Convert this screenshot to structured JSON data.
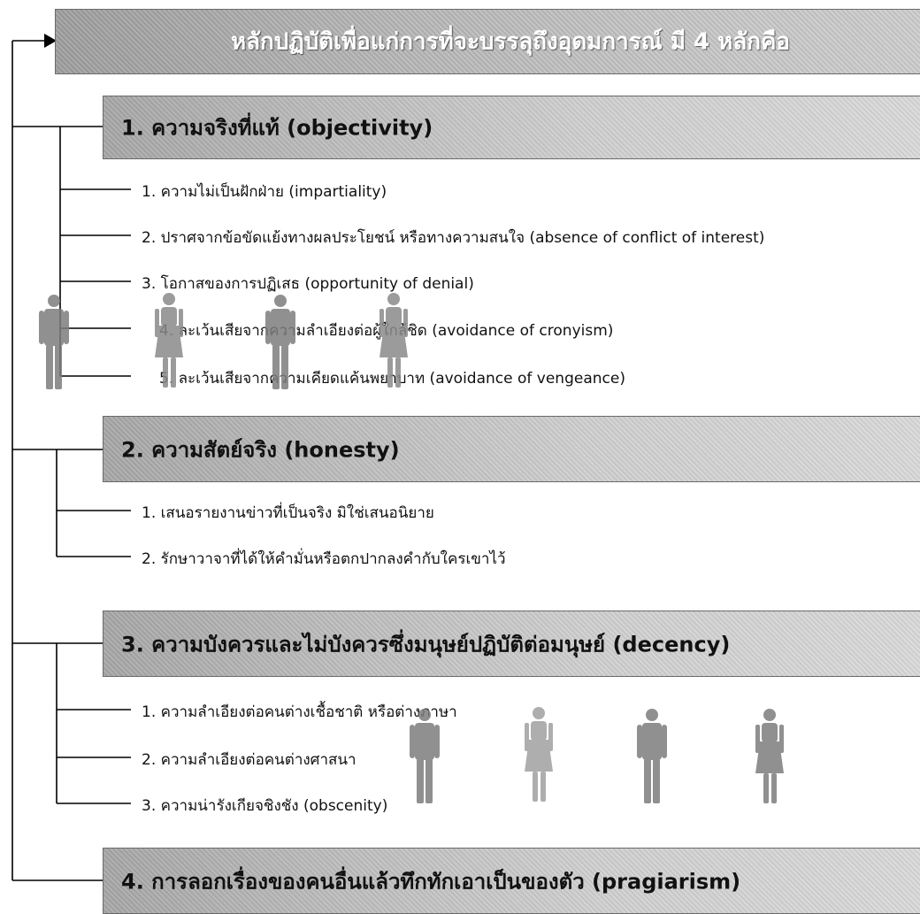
{
  "header": {
    "title": "หลักปฏิบัติเพื่อแก่การที่จะบรรลุถึงอุดมการณ์ มี 4 หลักคือ"
  },
  "sections": [
    {
      "title": "1. ความจริงที่แท้ (objectivity)",
      "items": [
        "1. ความไม่เป็นฝักฝ่าย (impartiality)",
        "2. ปราศจากข้อขัดแย้งทางผลประโยชน์ หรือทางความสนใจ (absence of conflict of interest)",
        "3. โอกาสของการปฏิเสธ (opportunity of denial)",
        "4. ละเว้นเสียจากความลำเอียงต่อผู้ใกล้ชิด (avoidance of cronyism)",
        "5. ละเว้นเสียจากความเคียดแค้นพยาบาท (avoidance of vengeance)"
      ]
    },
    {
      "title": "2. ความสัตย์จริง (honesty)",
      "items": [
        "1. เสนอรายงานข่าวที่เป็นจริง มิใช่เสนอนิยาย",
        "2. รักษาวาจาที่ได้ให้คำมั่นหรือตกปากลงคำกับใครเขาไว้"
      ]
    },
    {
      "title": "3. ความบังควรและไม่บังควรซึ่งมนุษย์ปฏิบัติต่อมนุษย์ (decency)",
      "items": [
        "1. ความลำเอียงต่อคนต่างเชื้อชาติ หรือต่างภาษา",
        "2. ความลำเอียงต่อคนต่างศาสนา",
        "3. ความน่ารังเกียจชิงชัง (obscenity)"
      ]
    },
    {
      "title": "4. การลอกเรื่องของคนอื่นแล้วทึกทักเอาเป็นของตัว (pragiarism)",
      "items": []
    }
  ],
  "icons": {
    "person": "person-icon",
    "colors": {
      "figure": "#7d7d7d",
      "figure_light": "#9a9a9a",
      "connector": "#000000"
    }
  }
}
